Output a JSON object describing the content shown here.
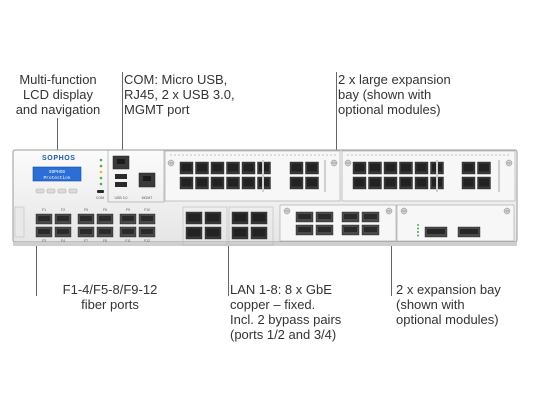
{
  "brand": "SOPHOS",
  "lcd": {
    "line1": "SOPHOS",
    "line2": "Protection"
  },
  "callouts": {
    "lcd": [
      "Multi-function",
      "LCD display",
      "and navigation"
    ],
    "com": [
      "COM: Micro USB,",
      "RJ45, 2 x USB 3.0,",
      "MGMT port"
    ],
    "large_bay": [
      "2 x large expansion",
      "bay (shown with",
      "optional modules)"
    ],
    "fiber": [
      "F1-4/F5-8/F9-12",
      "fiber ports"
    ],
    "lan": [
      "LAN 1-8: 8 x GbE",
      "copper – fixed.",
      "Incl. 2 bypass pairs",
      "(ports 1/2 and 3/4)"
    ],
    "exp_bay": [
      "2 x expansion bay",
      "(shown with",
      "optional modules)"
    ]
  },
  "fiber_labels": [
    "F1",
    "F2",
    "F3",
    "F4",
    "F5",
    "F6",
    "F7",
    "F8",
    "F9",
    "F10",
    "F11",
    "F12"
  ],
  "com_labels": {
    "console": "COM",
    "usb": "USB 3.0",
    "mgmt": "MGMT"
  },
  "colors": {
    "chassis": "#f4f4f4",
    "lcd": "#2b6fd6",
    "port": "#3a3a3a",
    "led": "#4caf50",
    "brand": "#1f56a6"
  }
}
